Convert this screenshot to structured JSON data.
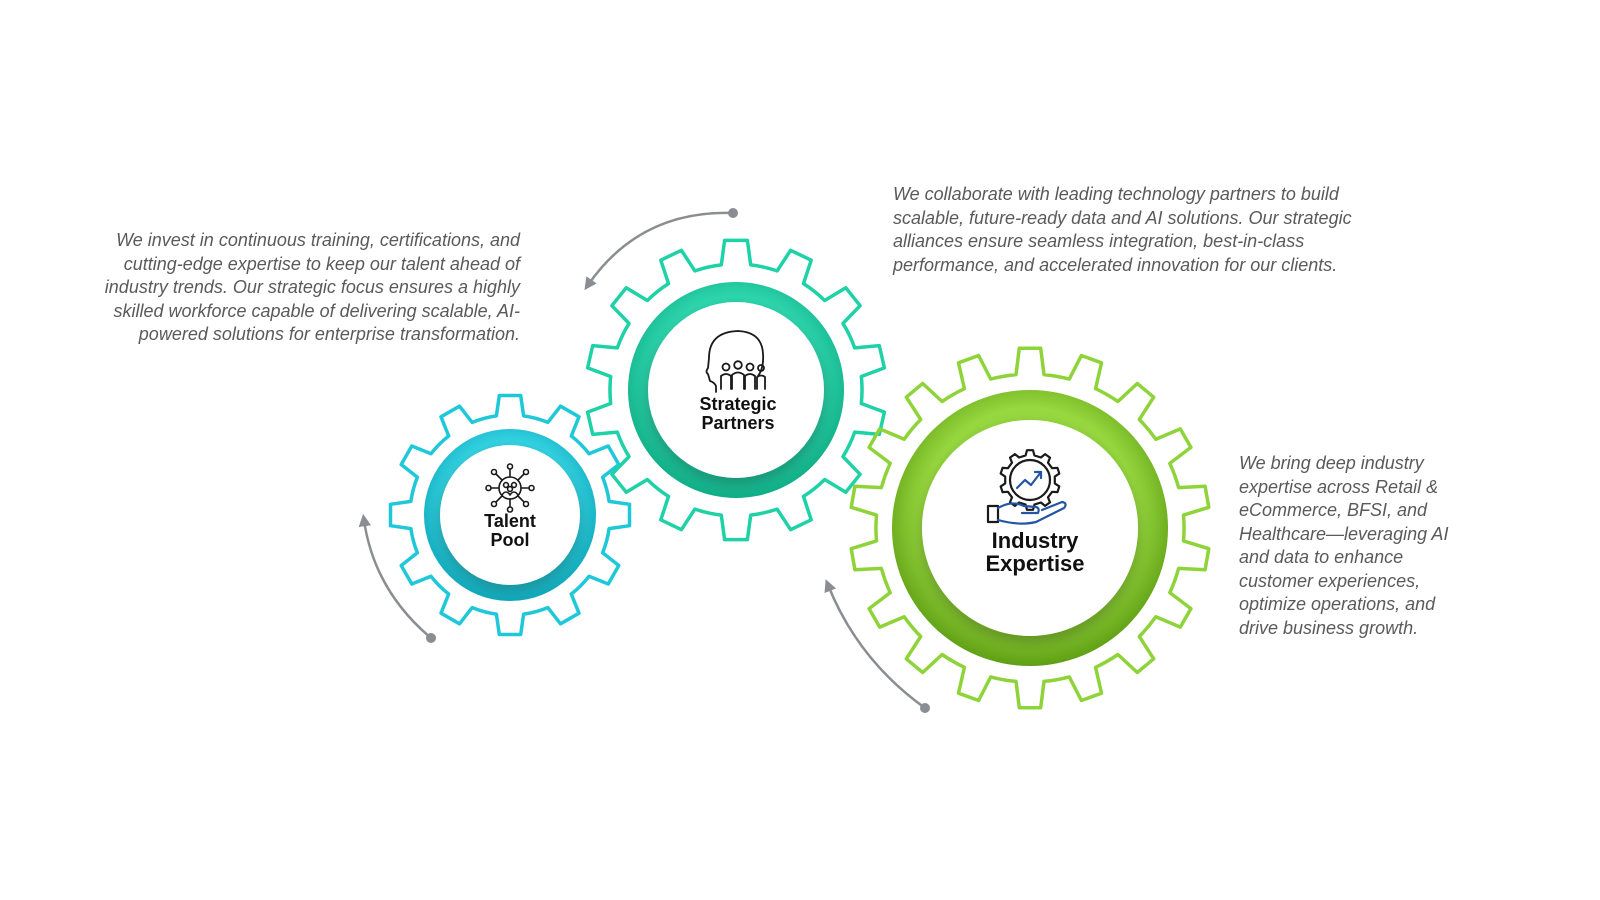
{
  "gears": [
    {
      "id": "talent",
      "title_line1": "Talent",
      "title_line2": "Pool",
      "icon": "people-network-icon",
      "color": "#1ec8d8",
      "ring_color": "#16c0d2",
      "ring_dark": "#0fa9bb",
      "description": "We invest in continuous training, certifications, and cutting-edge expertise to keep our talent ahead of industry trends. Our strategic focus ensures a highly skilled workforce capable of delivering scalable, AI-powered solutions for enterprise transformation."
    },
    {
      "id": "partners",
      "title_line1": "Strategic",
      "title_line2": "Partners",
      "icon": "head-with-people-icon",
      "color": "#1fd1a6",
      "ring_color": "#16c79a",
      "ring_dark": "#0fae86",
      "description": "We collaborate with leading technology partners to build scalable, future-ready data and AI solutions. Our strategic alliances ensure seamless integration, best-in-class performance, and accelerated innovation for our clients."
    },
    {
      "id": "industry",
      "title_line1": "Industry",
      "title_line2": "Expertise",
      "icon": "gear-hand-growth-icon",
      "color": "#8fd33a",
      "ring_color": "#7cc623",
      "ring_dark": "#66aa18",
      "description": "We bring deep industry expertise across Retail & eCommerce, BFSI, and Healthcare—leveraging AI and data to enhance customer experiences, optimize operations, and drive business growth."
    }
  ],
  "colors": {
    "arrow": "#8a8d91",
    "text": "#5a5a5a",
    "icon_stroke": "#1a1a1a",
    "icon_accent": "#2255a4",
    "background": "#ffffff"
  }
}
